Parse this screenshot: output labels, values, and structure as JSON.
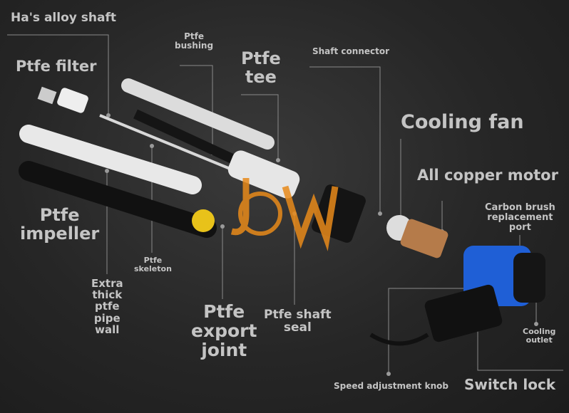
{
  "labels": {
    "alloy_shaft": "Ha's alloy shaft",
    "filter": "Ptfe filter",
    "bushing": [
      "Ptfe",
      "bushing"
    ],
    "tee": [
      "Ptfe",
      "tee"
    ],
    "shaft_connector": "Shaft connector",
    "cooling_fan": "Cooling fan",
    "copper_motor": "All copper motor",
    "carbon_brush": [
      "Carbon brush",
      "replacement",
      "port"
    ],
    "impeller": [
      "Ptfe",
      "impeller"
    ],
    "skeleton": [
      "Ptfe",
      "skeleton"
    ],
    "pipe_wall": [
      "Extra",
      "thick",
      "ptfe",
      "pipe",
      "wall"
    ],
    "export_joint": [
      "Ptfe",
      "export",
      "joint"
    ],
    "shaft_seal": [
      "Ptfe shaft",
      "seal"
    ],
    "cooling_outlet": [
      "Cooling",
      "outlet"
    ],
    "speed_knob": "Speed adjustment knob",
    "switch_lock": "Switch lock"
  },
  "watermark": "JSW",
  "colors": {
    "background": "#262626",
    "label": "#c4c4c4",
    "motor_blue": "#1f5fd6",
    "logo_orange": "#e88a1a",
    "connector_yellow": "#e8c21a"
  }
}
